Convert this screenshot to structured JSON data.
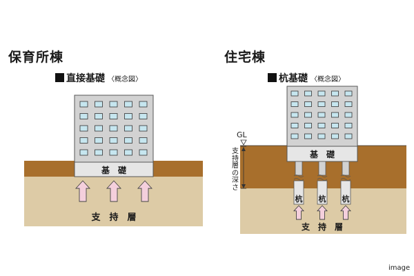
{
  "left": {
    "title": "保育所棟",
    "subtitle": "直接基礎",
    "note": "〈概念図〉",
    "foundation_label": "基　礎",
    "support_label": "支　持　層"
  },
  "right": {
    "title": "住宅棟",
    "subtitle": "杭基礎",
    "note": "〈概念図〉",
    "foundation_label": "基　礎",
    "pile_label": "杭",
    "gl_label": "GL",
    "depth_label": "支持層の深さ",
    "support_label": "支　持　層"
  },
  "caption": "image",
  "colors": {
    "surface_soil": "#a86f2c",
    "support_soil": "#ddcba6",
    "building": "#d2d2d2",
    "window": "#c6e6ef",
    "arrow": "#f4cfdc"
  }
}
